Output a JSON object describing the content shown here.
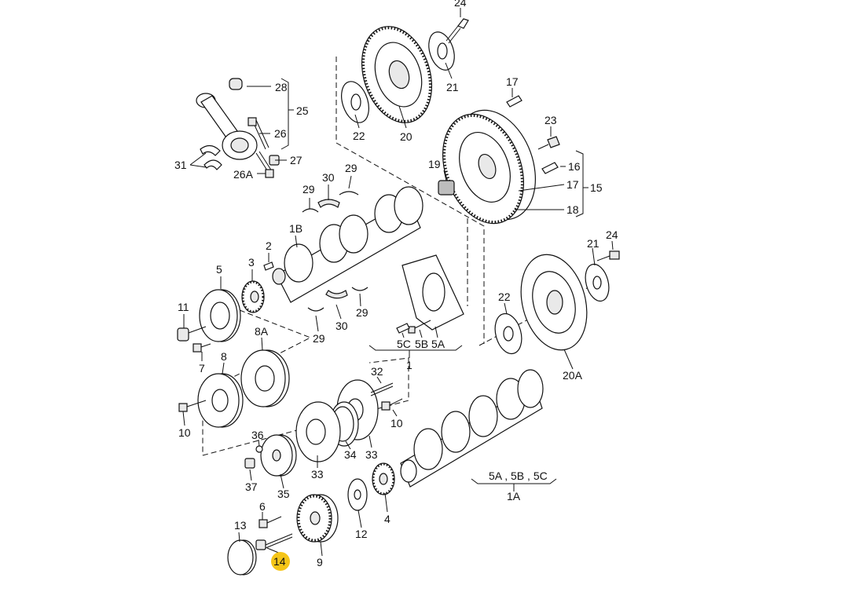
{
  "callouts": {
    "c1": "1",
    "c1A": "1A",
    "c1B": "1B",
    "c2": "2",
    "c3": "3",
    "c4": "4",
    "c5": "5",
    "c5A": "5A",
    "c5B": "5B",
    "c5C": "5C",
    "c5A_5B_5C": "5A , 5B , 5C",
    "c6": "6",
    "c7": "7",
    "c8": "8",
    "c8A": "8A",
    "c9": "9",
    "c10a": "10",
    "c10b": "10",
    "c11": "11",
    "c12": "12",
    "c13": "13",
    "c14": "14",
    "c15": "15",
    "c16": "16",
    "c17a": "17",
    "c17b": "17",
    "c18": "18",
    "c19": "19",
    "c20": "20",
    "c20A": "20A",
    "c21a": "21",
    "c21b": "21",
    "c22a": "22",
    "c22b": "22",
    "c23": "23",
    "c24a": "24",
    "c24b": "24",
    "c25": "25",
    "c26": "26",
    "c26A": "26A",
    "c27": "27",
    "c28": "28",
    "c29a": "29",
    "c29b": "29",
    "c29c": "29",
    "c29d": "29",
    "c30a": "30",
    "c30b": "30",
    "c31": "31",
    "c32": "32",
    "c33a": "33",
    "c33b": "33",
    "c34": "34",
    "c35": "35",
    "c36": "36",
    "c37": "37"
  },
  "highlight_color": "#f5c518"
}
